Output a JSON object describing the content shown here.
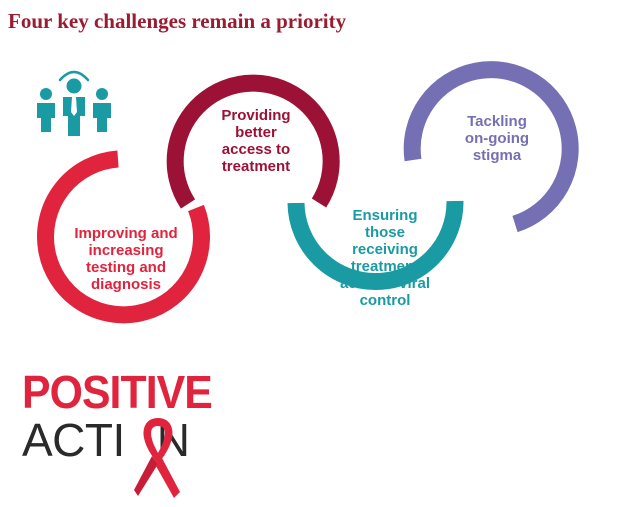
{
  "title": "Four key challenges remain a priority",
  "colors": {
    "title": "#9b1b30",
    "testing": "#e0243e",
    "access": "#9c1236",
    "viral": "#1a9ba3",
    "stigma": "#7570b3",
    "people_icon": "#1a9ba3",
    "logo_text": "#2a2a2a",
    "ribbon": "#e0243e"
  },
  "challenges": [
    {
      "id": "testing",
      "text": "Improving and\nincreasing\ntesting and\ndiagnosis",
      "color": "#e0243e"
    },
    {
      "id": "access",
      "text": "Providing\nbetter\naccess to\ntreatment",
      "color": "#9c1236"
    },
    {
      "id": "viral",
      "text": "Ensuring\nthose\nreceiving\ntreatment\nachieve viral\ncontrol",
      "color": "#1a9ba3"
    },
    {
      "id": "stigma",
      "text": "Tackling\non-going\nstigma",
      "color": "#7570b3"
    }
  ],
  "icons": {
    "people": "people-group-icon",
    "ribbon": "red-ribbon-icon"
  },
  "logo": {
    "line1": "POSITIVE",
    "line2_before": "ACTI",
    "line2_after": "N"
  }
}
